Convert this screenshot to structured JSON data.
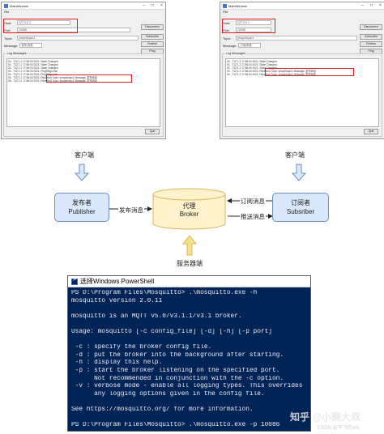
{
  "clients": [
    {
      "window_title": "MainWindow",
      "menu": "File",
      "host_label": "Host:",
      "host_value": "127.0.0.1",
      "port_label": "Port:",
      "port_value": "10086",
      "topic_label": "Topic:",
      "topic_value": "ymqxt/topic1",
      "message_label": "Message:",
      "message_value": "发布消息",
      "buttons": [
        "Disconnect",
        "Subscribe",
        "Publish",
        "Ping"
      ],
      "log_title": "Log Messages:",
      "log_lines": [
        "00 - T1Z 1 2 17:55:00 2021: State Changed",
        "01 - T1Z 1 2 17:55:00 2021: State Changed",
        "02 - T1Z 1 2 17:55:00 2021: State Changed",
        "03 - T1Z 1 2 17:55:00 2021: PingResponse",
        "04 - T1Z 1 2 17:55:00 2021: PingResponse",
        "05 - T1Z 1 2 17:56:00 2021: Received Topic: ymqxt/topic1 Message: 发布消息",
        "06 - T1Z 1 2 17:56:00 2021: Received Topic: ymqxt/topic1 Message: 发布消息"
      ],
      "quit": "Quit"
    },
    {
      "window_title": "MainWindow",
      "menu": "File",
      "host_label": "Host:",
      "host_value": "127.0.0.1",
      "port_label": "Port:",
      "port_value": "10086",
      "topic_label": "Topic:",
      "topic_value": "ymqxt/topic1",
      "message_label": "Message:",
      "message_value": "订阅消息",
      "buttons": [
        "Disconnect",
        "Subscribe",
        "Publish",
        "Ping"
      ],
      "log_title": "Log Messages:",
      "log_lines": [
        "00 - T1Z 1 2 17:55:00 2021: State Changed",
        "01 - T1Z 1 2 17:55:00 2021: State Changed",
        "02 - T1Z 1 2 17:55:00 2021: State Changed",
        "03 - T1Z 1 2 17:56:00 2021: Received Topic: ymqxt/topic1 Message: 发布消息",
        "04 - T1Z 1 2 17:56:00 2021: Received Topic: ymqxt/topic1 Message: 发布消息"
      ],
      "quit": "Quit"
    }
  ],
  "diagram": {
    "client_caption_left": "客户端",
    "client_caption_right": "客户端",
    "server_caption": "服务器端",
    "publisher_cn": "发布者",
    "publisher_en": "Publisher",
    "broker_cn": "代理",
    "broker_en": "Broker",
    "subscriber_cn": "订阅者",
    "subscriber_en": "Subsriber",
    "edge_publish": "发布消息",
    "edge_subscribe": "订阅消息",
    "edge_push": "推送消息",
    "colors": {
      "node_fill": "#dae8fc",
      "node_stroke": "#6c8ebf",
      "server_arrow": "#f7e08a"
    }
  },
  "powershell": {
    "title": "选择Windows PowerShell",
    "lines": [
      "PS D:\\Program Files\\Mosquitto> .\\mosquitto.exe -h",
      "mosquitto version 2.0.11",
      "",
      "mosquitto is an MQTT v5.0/v3.1.1/v3.1 broker.",
      "",
      "Usage: mosquitto [-c config_file] [-d] [-h] [-p port]",
      "",
      " -c : specify the broker config file.",
      " -d : put the broker into the background after starting.",
      " -h : display this help.",
      " -p : start the broker listening on the specified port.",
      "      Not recommended in conjunction with the -c option.",
      " -v : verbose mode - enable all logging types. This overrides",
      "      any logging options given in the config file.",
      "",
      "See https://mosquitto.org/ for more information.",
      "",
      "PS D:\\Program Files\\Mosquitto> .\\mosquitto.exe -p 10086"
    ],
    "colors": {
      "background": "#012456",
      "text": "#eeedf0"
    }
  },
  "watermark": {
    "main": "知乎 @小赛大叔",
    "sub": "CSDN @不飞的nils"
  }
}
